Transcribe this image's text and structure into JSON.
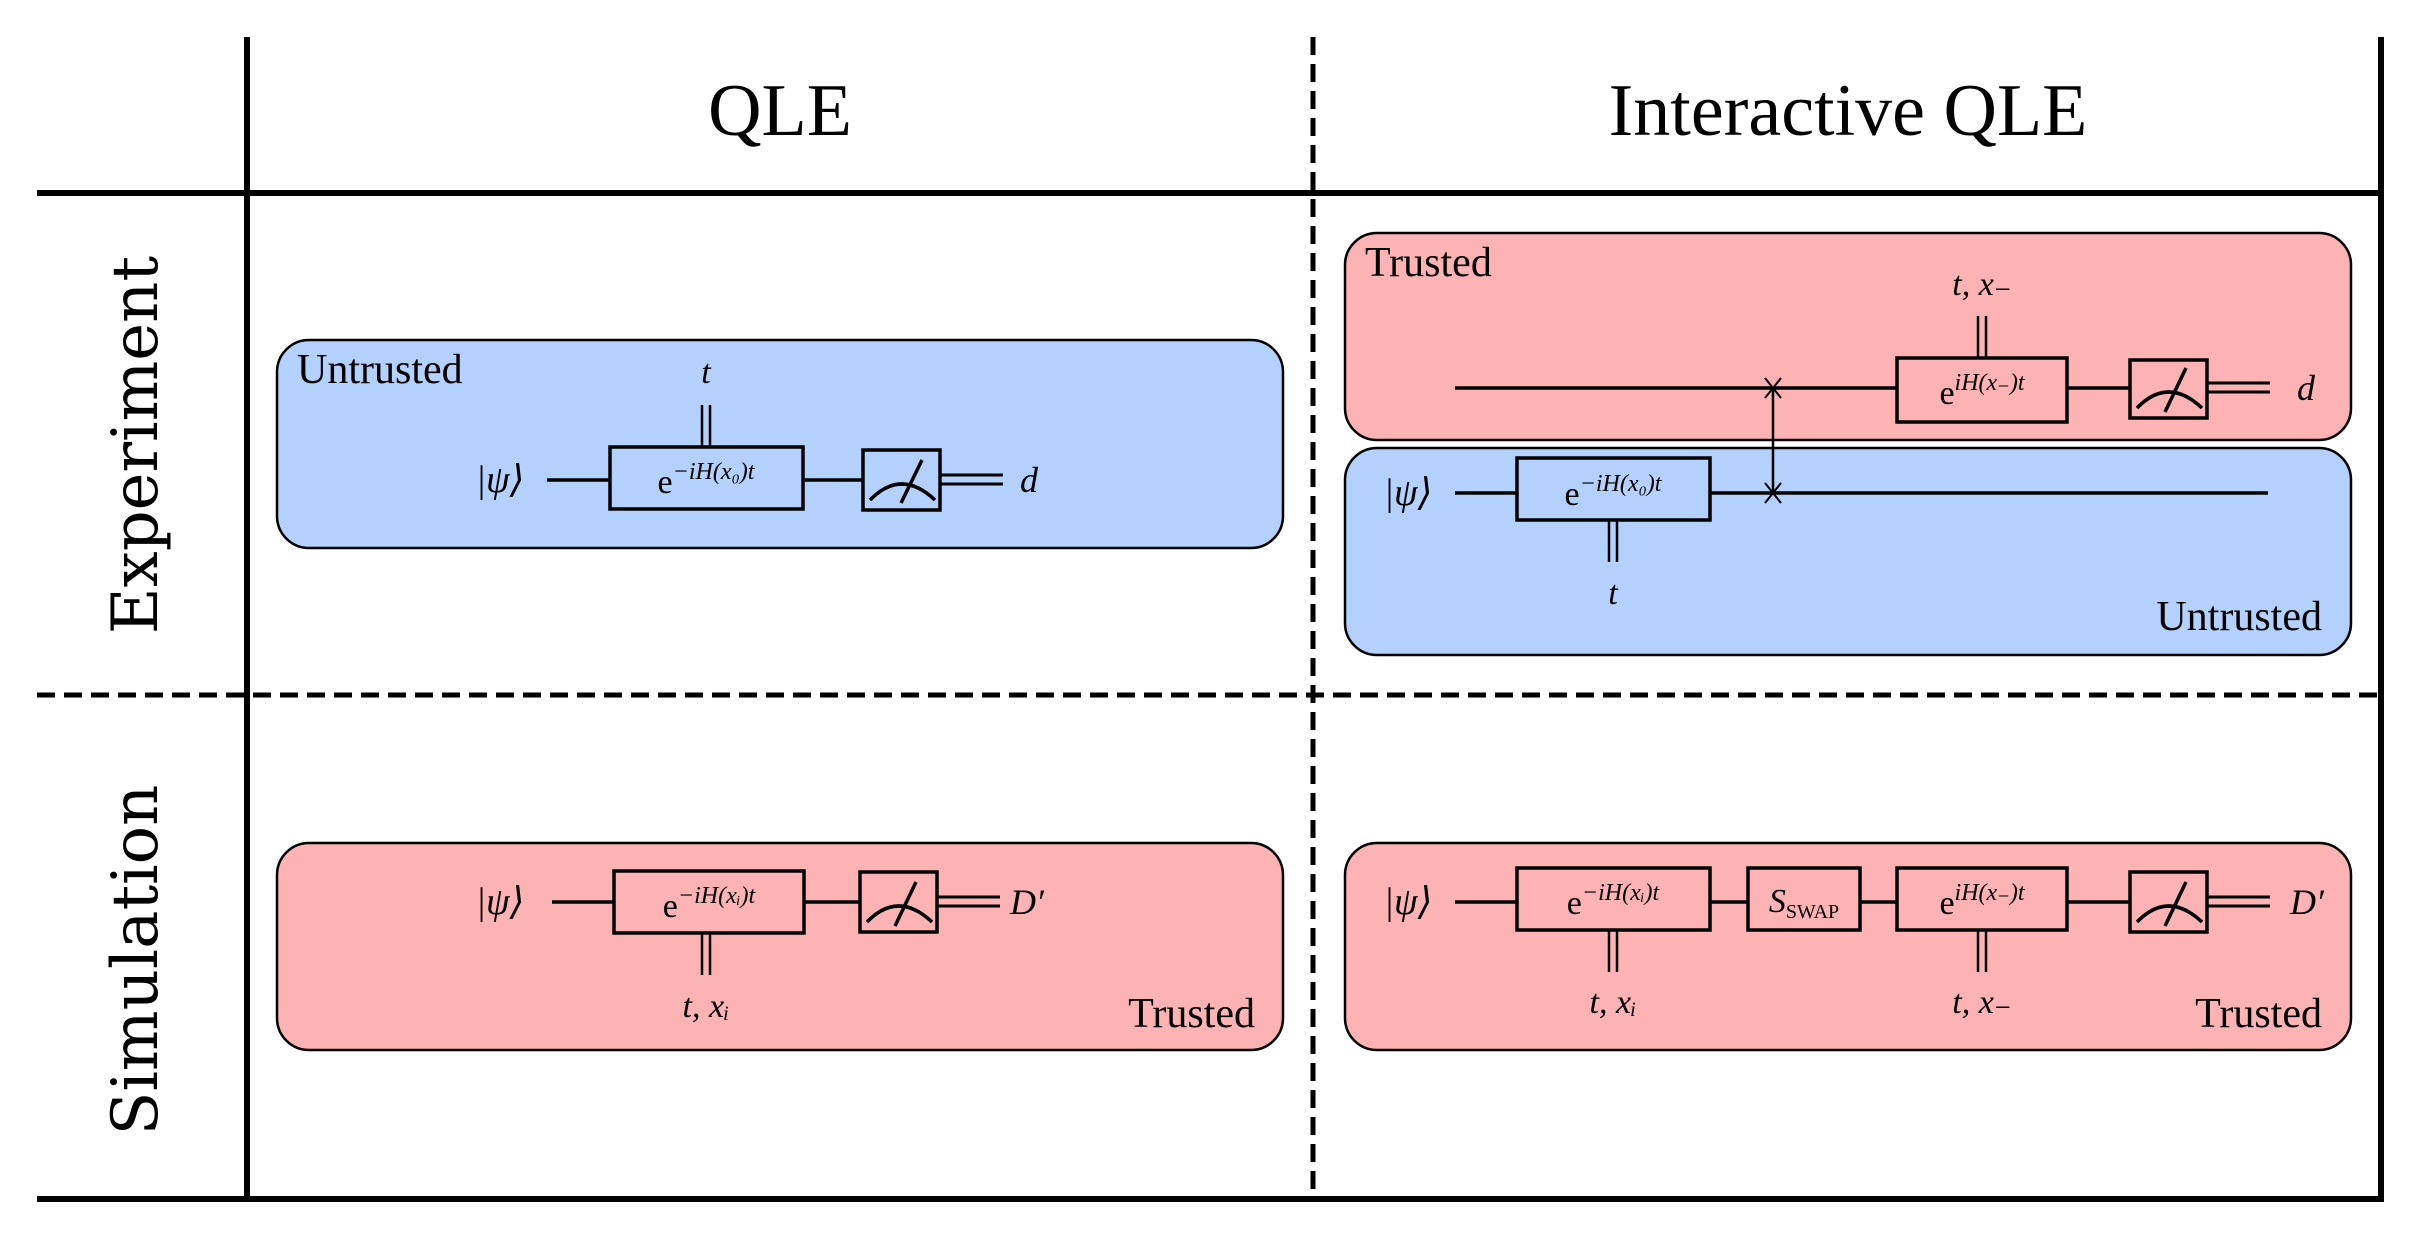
{
  "columns": {
    "qle": "QLE",
    "interactive_qle": "Interactive QLE"
  },
  "rows": {
    "experiment": "Experiment",
    "simulation": "Simulation"
  },
  "colors": {
    "trusted": "#fdb2b3",
    "untrusted": "#b3d1fc",
    "line": "#000000"
  },
  "labels": {
    "trusted": "Trusted",
    "untrusted": "Untrusted"
  },
  "circuits": {
    "exp_qle": {
      "input": "|ψ⟩",
      "gate": {
        "base": "e",
        "exp": "−iH(x₀)t"
      },
      "control": "t",
      "output": "d"
    },
    "exp_iqle": {
      "trusted_wire_gate": {
        "base": "e",
        "exp": "iH(x₋)t"
      },
      "trusted_control": "t, x₋",
      "trusted_output": "d",
      "untrusted_input": "|ψ⟩",
      "untrusted_gate": {
        "base": "e",
        "exp": "−iH(x₀)t"
      },
      "untrusted_control": "t"
    },
    "sim_qle": {
      "input": "|ψ⟩",
      "gate": {
        "base": "e",
        "exp": "−iH(xᵢ)t"
      },
      "control": "t, xᵢ",
      "output": "D′"
    },
    "sim_iqle": {
      "input": "|ψ⟩",
      "gate1": {
        "base": "e",
        "exp": "−iH(xᵢ)t"
      },
      "control1": "t, xᵢ",
      "swap": {
        "base": "S",
        "sub": "SWAP"
      },
      "gate2": {
        "base": "e",
        "exp": "iH(x₋)t"
      },
      "control2": "t, x₋",
      "output": "D′"
    }
  }
}
